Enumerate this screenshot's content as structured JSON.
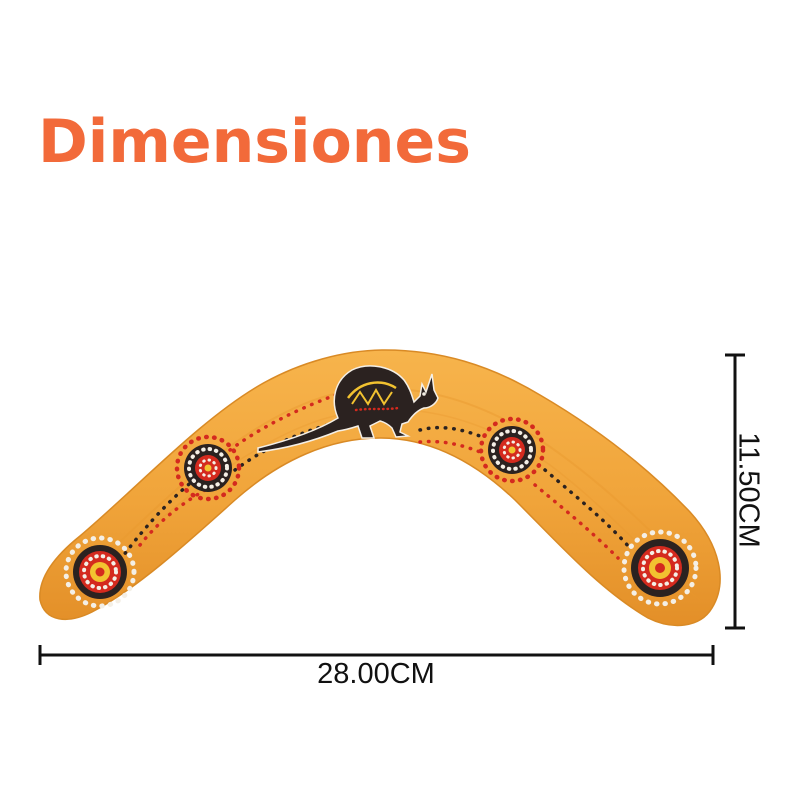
{
  "title": "Dimensiones",
  "colors": {
    "title": "#f26a3a",
    "wood": "#f0a43a",
    "wood_edge": "#e08f27",
    "dimension_line": "#111111",
    "dot_red": "#d42a1e",
    "dot_black": "#2b2220",
    "dot_white": "#f4efe6",
    "dot_yellow": "#f2c230"
  },
  "dimensions": {
    "width_label": "28.00CM",
    "height_label": "11.50CM"
  },
  "illustration": {
    "object": "boomerang",
    "motif": "kangaroo-icon"
  }
}
